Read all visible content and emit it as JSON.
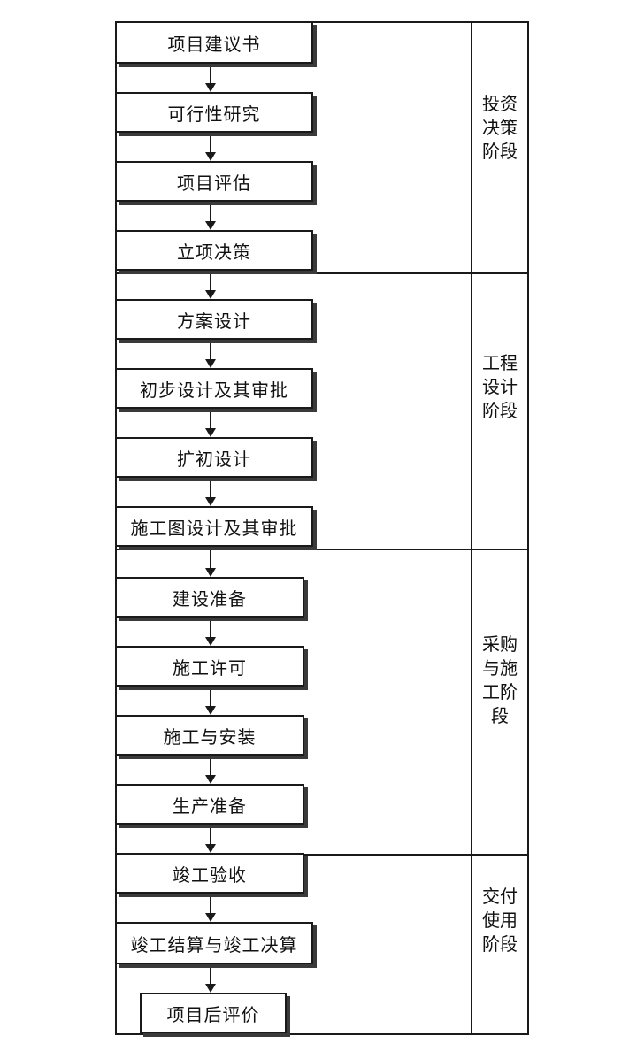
{
  "stages": [
    {
      "label": "投资决策阶段",
      "steps": [
        "项目建议书",
        "可行性研究",
        "项目评估",
        "立项决策"
      ]
    },
    {
      "label": "工程设计阶段",
      "steps": [
        "方案设计",
        "初步设计及其审批",
        "扩初设计",
        "施工图设计及其审批"
      ]
    },
    {
      "label": "采购与施工阶段",
      "steps": [
        "建设准备",
        "施工许可",
        "施工与安装",
        "生产准备"
      ]
    },
    {
      "label": "交付使用阶段",
      "steps": [
        "竣工验收",
        "竣工结算与竣工决算",
        "项目后评价"
      ]
    }
  ]
}
